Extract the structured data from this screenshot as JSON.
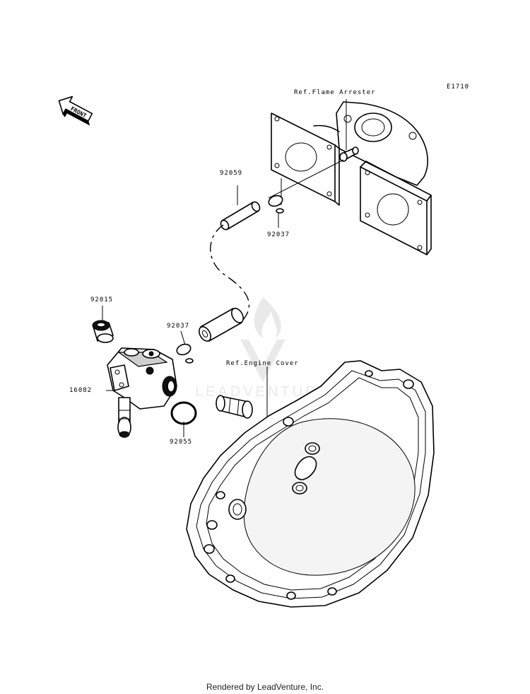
{
  "diagram_code": "E1710",
  "front_arrow_label": "FRONT",
  "watermark_text": "LEADVENTURE",
  "refs": {
    "flame_arrester": "Ref.Flame Arrester",
    "engine_cover": "Ref.Engine Cover"
  },
  "parts": {
    "p92059": "92059",
    "p92037_upper": "92037",
    "p92015": "92015",
    "p92037_lower": "92037",
    "p16082": "16082",
    "p92055": "92055"
  },
  "footer": "Rendered by LeadVenture, Inc."
}
